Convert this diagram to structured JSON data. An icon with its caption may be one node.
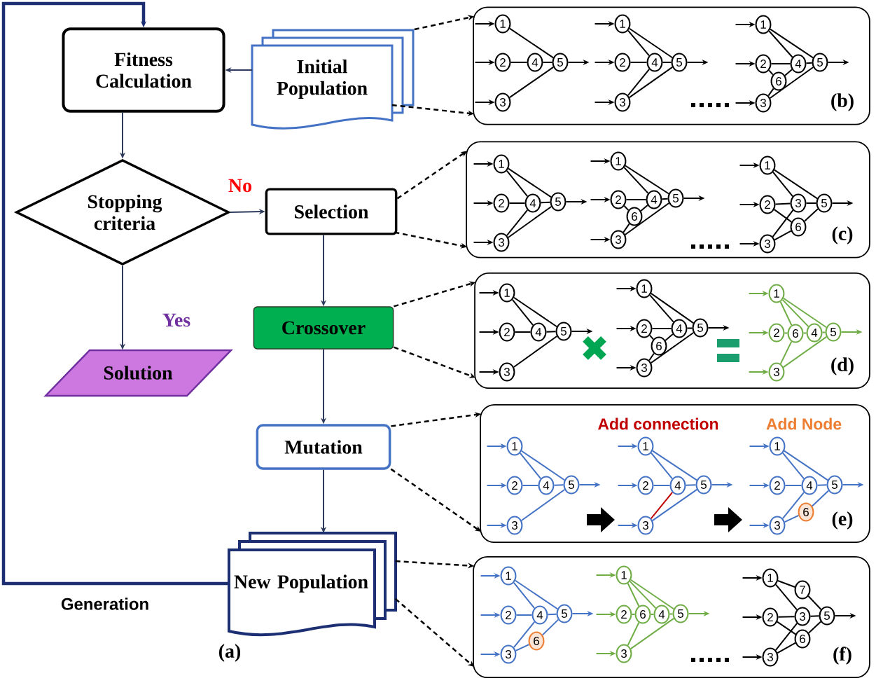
{
  "diagram": {
    "nodes": [
      {
        "text": [
          "Fitness Calculation"
        ]
      },
      {
        "text": [
          "Initial Population"
        ]
      },
      {
        "text": [
          "Stopping criteria"
        ]
      },
      {
        "text": [
          "Selection"
        ]
      },
      {
        "text": [
          "Crossover"
        ]
      },
      {
        "text": [
          "Solution"
        ]
      },
      {
        "text": [
          "Mutation"
        ]
      },
      {
        "text": [
          "New Population"
        ]
      },
      {
        "text": [
          "(b)"
        ]
      },
      {
        "text": [
          "1"
        ],
        "in": 8
      },
      {
        "text": [
          "2"
        ],
        "in": 8
      },
      {
        "text": [
          "4"
        ],
        "in": 8
      },
      {
        "text": [
          "5"
        ],
        "in": 8
      },
      {
        "text": [
          "3"
        ],
        "in": 8
      },
      {
        "text": [
          "1"
        ],
        "in": 8
      },
      {
        "text": [
          "2"
        ],
        "in": 8
      },
      {
        "text": [
          "4"
        ],
        "in": 8
      },
      {
        "text": [
          "5"
        ],
        "in": 8
      },
      {
        "text": [
          "3"
        ],
        "in": 8
      },
      {
        "text": [
          "1"
        ],
        "in": 8
      },
      {
        "text": [
          "2"
        ],
        "in": 8
      },
      {
        "text": [
          "4"
        ],
        "in": 8
      },
      {
        "text": [
          "5"
        ],
        "in": 8
      },
      {
        "text": [
          "6"
        ],
        "in": 8
      },
      {
        "text": [
          "3"
        ],
        "in": 8
      },
      {
        "text": [
          "(c)"
        ]
      },
      {
        "text": [
          "1"
        ],
        "in": 25
      },
      {
        "text": [
          "2"
        ],
        "in": 25
      },
      {
        "text": [
          "4"
        ],
        "in": 25
      },
      {
        "text": [
          "5"
        ],
        "in": 25
      },
      {
        "text": [
          "3"
        ],
        "in": 25
      },
      {
        "text": [
          "1"
        ],
        "in": 25
      },
      {
        "text": [
          "2"
        ],
        "in": 25
      },
      {
        "text": [
          "4"
        ],
        "in": 25
      },
      {
        "text": [
          "5"
        ],
        "in": 25
      },
      {
        "text": [
          "6"
        ],
        "in": 25
      },
      {
        "text": [
          "3"
        ],
        "in": 25
      },
      {
        "text": [
          "1"
        ],
        "in": 25
      },
      {
        "text": [
          "2"
        ],
        "in": 25
      },
      {
        "text": [
          "3"
        ],
        "in": 25
      },
      {
        "text": [
          "5"
        ],
        "in": 25
      },
      {
        "text": [
          "6"
        ],
        "in": 25
      },
      {
        "text": [
          "3"
        ],
        "in": 25
      },
      {
        "text": [
          "(d)"
        ]
      },
      {
        "text": [
          "1"
        ],
        "in": 43
      },
      {
        "text": [
          "2"
        ],
        "in": 43
      },
      {
        "text": [
          "4"
        ],
        "in": 43
      },
      {
        "text": [
          "5"
        ],
        "in": 43
      },
      {
        "text": [
          "3"
        ],
        "in": 43
      },
      {
        "text": [
          "1"
        ],
        "in": 43
      },
      {
        "text": [
          "2"
        ],
        "in": 43
      },
      {
        "text": [
          "4"
        ],
        "in": 43
      },
      {
        "text": [
          "5"
        ],
        "in": 43
      },
      {
        "text": [
          "6"
        ],
        "in": 43
      },
      {
        "text": [
          "3"
        ],
        "in": 43
      },
      {
        "text": [
          "1"
        ],
        "in": 43
      },
      {
        "text": [
          "2"
        ],
        "in": 43
      },
      {
        "text": [
          "6"
        ],
        "in": 43
      },
      {
        "text": [
          "4"
        ],
        "in": 43
      },
      {
        "text": [
          "5"
        ],
        "in": 43
      },
      {
        "text": [
          "3"
        ],
        "in": 43
      },
      {
        "text": [
          "(e)"
        ]
      },
      {
        "text": [
          "1"
        ],
        "in": 61
      },
      {
        "text": [
          "2"
        ],
        "in": 61
      },
      {
        "text": [
          "4"
        ],
        "in": 61
      },
      {
        "text": [
          "5"
        ],
        "in": 61
      },
      {
        "text": [
          "3"
        ],
        "in": 61
      },
      {
        "text": [
          "1"
        ],
        "in": 61
      },
      {
        "text": [
          "2"
        ],
        "in": 61
      },
      {
        "text": [
          "4"
        ],
        "in": 61
      },
      {
        "text": [
          "5"
        ],
        "in": 61
      },
      {
        "text": [
          "3"
        ],
        "in": 61
      },
      {
        "text": [
          "1"
        ],
        "in": 61
      },
      {
        "text": [
          "2"
        ],
        "in": 61
      },
      {
        "text": [
          "4"
        ],
        "in": 61
      },
      {
        "text": [
          "5"
        ],
        "in": 61
      },
      {
        "text": [
          "6"
        ],
        "in": 61
      },
      {
        "text": [
          "3"
        ],
        "in": 61
      },
      {
        "text": [
          "(f)"
        ]
      },
      {
        "text": [
          "1"
        ],
        "in": 78
      },
      {
        "text": [
          "2"
        ],
        "in": 78
      },
      {
        "text": [
          "4"
        ],
        "in": 78
      },
      {
        "text": [
          "5"
        ],
        "in": 78
      },
      {
        "text": [
          "6"
        ],
        "in": 78
      },
      {
        "text": [
          "3"
        ],
        "in": 78
      },
      {
        "text": [
          "1"
        ],
        "in": 78
      },
      {
        "text": [
          "2"
        ],
        "in": 78
      },
      {
        "text": [
          "6"
        ],
        "in": 78
      },
      {
        "text": [
          "4"
        ],
        "in": 78
      },
      {
        "text": [
          "5"
        ],
        "in": 78
      },
      {
        "text": [
          "3"
        ],
        "in": 78
      },
      {
        "text": [
          "1"
        ],
        "in": 78
      },
      {
        "text": [
          "7"
        ],
        "in": 78
      },
      {
        "text": [
          "2"
        ],
        "in": 78
      },
      {
        "text": [
          "3"
        ],
        "in": 78
      },
      {
        "text": [
          "5"
        ],
        "in": 78
      },
      {
        "text": [
          "6"
        ],
        "in": 78
      },
      {
        "text": [
          "3"
        ],
        "in": 78
      }
    ],
    "edges": [
      {
        "from": 1,
        "to": 0,
        "arrow": "to",
        "color": "#2f3b5c"
      },
      {
        "from": 0,
        "to": 2,
        "arrow": "to",
        "color": "#2f3b5c"
      },
      {
        "from": 2,
        "to": 3,
        "arrow": "to",
        "label": "No",
        "color": "#2f3b5c"
      },
      {
        "from": 2,
        "to": 5,
        "arrow": "to",
        "label": "Yes",
        "color": "#2f3b5c"
      },
      {
        "from": 3,
        "to": 4,
        "arrow": "to",
        "color": "#2f3b5c"
      },
      {
        "from": 4,
        "to": 6,
        "arrow": "to",
        "color": "#2f3b5c"
      },
      {
        "from": 6,
        "to": 7,
        "arrow": "to",
        "color": "#2f3b5c"
      },
      {
        "from": 7,
        "to": 0,
        "arrow": "to",
        "label": "Generation",
        "style": "thick",
        "color": "#1c2f73"
      },
      {
        "from": 1,
        "to": 8,
        "arrow": "to",
        "style": "dashed"
      },
      {
        "from": 1,
        "to": 8,
        "arrow": "to",
        "style": "dashed"
      },
      {
        "from": 3,
        "to": 25,
        "arrow": "to",
        "style": "dashed"
      },
      {
        "from": 3,
        "to": 25,
        "arrow": "to",
        "style": "dashed"
      },
      {
        "from": 4,
        "to": 43,
        "arrow": "to",
        "style": "dashed"
      },
      {
        "from": 4,
        "to": 43,
        "arrow": "to",
        "style": "dashed"
      },
      {
        "from": 6,
        "to": 61,
        "arrow": "to",
        "style": "dashed"
      },
      {
        "from": 6,
        "to": 61,
        "arrow": "to",
        "style": "dashed"
      },
      {
        "from": 7,
        "to": 78,
        "arrow": "to",
        "style": "dashed"
      },
      {
        "from": 7,
        "to": 78,
        "arrow": "to",
        "style": "dashed"
      },
      {
        "from": null,
        "to": 9,
        "arrow": "to"
      },
      {
        "from": null,
        "to": 10,
        "arrow": "to"
      },
      {
        "from": null,
        "to": 13,
        "arrow": "to"
      },
      {
        "from": 9,
        "to": 12,
        "arrow": "none"
      },
      {
        "from": 10,
        "to": 11,
        "arrow": "none"
      },
      {
        "from": 11,
        "to": 12,
        "arrow": "none"
      },
      {
        "from": 13,
        "to": 12,
        "arrow": "none"
      },
      {
        "from": 12,
        "to": null,
        "arrow": "to"
      },
      {
        "from": null,
        "to": 14,
        "arrow": "to"
      },
      {
        "from": null,
        "to": 15,
        "arrow": "to"
      },
      {
        "from": null,
        "to": 18,
        "arrow": "to"
      },
      {
        "from": 14,
        "to": 16,
        "arrow": "none"
      },
      {
        "from": 14,
        "to": 17,
        "arrow": "none"
      },
      {
        "from": 15,
        "to": 16,
        "arrow": "none"
      },
      {
        "from": 16,
        "to": 17,
        "arrow": "none"
      },
      {
        "from": 18,
        "to": 16,
        "arrow": "none"
      },
      {
        "from": 18,
        "to": 17,
        "arrow": "none"
      },
      {
        "from": 17,
        "to": null,
        "arrow": "to"
      },
      {
        "from": null,
        "to": 19,
        "arrow": "to"
      },
      {
        "from": null,
        "to": 20,
        "arrow": "to"
      },
      {
        "from": null,
        "to": 24,
        "arrow": "to"
      },
      {
        "from": 19,
        "to": 21,
        "arrow": "none"
      },
      {
        "from": 19,
        "to": 22,
        "arrow": "none"
      },
      {
        "from": 20,
        "to": 21,
        "arrow": "none"
      },
      {
        "from": 20,
        "to": 23,
        "arrow": "none"
      },
      {
        "from": 23,
        "to": 21,
        "arrow": "none"
      },
      {
        "from": 24,
        "to": 23,
        "arrow": "none"
      },
      {
        "from": 24,
        "to": 22,
        "arrow": "none"
      },
      {
        "from": 21,
        "to": 22,
        "arrow": "none"
      },
      {
        "from": 22,
        "to": null,
        "arrow": "to"
      },
      {
        "from": null,
        "to": 26,
        "arrow": "to"
      },
      {
        "from": null,
        "to": 27,
        "arrow": "to"
      },
      {
        "from": null,
        "to": 30,
        "arrow": "to"
      },
      {
        "from": 26,
        "to": 28,
        "arrow": "none"
      },
      {
        "from": 26,
        "to": 29,
        "arrow": "none"
      },
      {
        "from": 27,
        "to": 28,
        "arrow": "none"
      },
      {
        "from": 28,
        "to": 29,
        "arrow": "none"
      },
      {
        "from": 30,
        "to": 28,
        "arrow": "none"
      },
      {
        "from": 30,
        "to": 29,
        "arrow": "none"
      },
      {
        "from": 29,
        "to": null,
        "arrow": "to"
      },
      {
        "from": null,
        "to": 31,
        "arrow": "to"
      },
      {
        "from": null,
        "to": 32,
        "arrow": "to"
      },
      {
        "from": null,
        "to": 36,
        "arrow": "to"
      },
      {
        "from": 31,
        "to": 33,
        "arrow": "none"
      },
      {
        "from": 31,
        "to": 34,
        "arrow": "none"
      },
      {
        "from": 32,
        "to": 33,
        "arrow": "none"
      },
      {
        "from": 32,
        "to": 35,
        "arrow": "none"
      },
      {
        "from": 35,
        "to": 33,
        "arrow": "none"
      },
      {
        "from": 36,
        "to": 35,
        "arrow": "none"
      },
      {
        "from": 36,
        "to": 34,
        "arrow": "none"
      },
      {
        "from": 33,
        "to": 34,
        "arrow": "none"
      },
      {
        "from": 34,
        "to": null,
        "arrow": "to"
      },
      {
        "from": null,
        "to": 37,
        "arrow": "to"
      },
      {
        "from": null,
        "to": 38,
        "arrow": "to"
      },
      {
        "from": null,
        "to": 42,
        "arrow": "to"
      },
      {
        "from": 37,
        "to": 39,
        "arrow": "none"
      },
      {
        "from": 37,
        "to": 40,
        "arrow": "none"
      },
      {
        "from": 38,
        "to": 39,
        "arrow": "none"
      },
      {
        "from": 38,
        "to": 41,
        "arrow": "none"
      },
      {
        "from": 39,
        "to": 40,
        "arrow": "none"
      },
      {
        "from": 42,
        "to": 39,
        "arrow": "none"
      },
      {
        "from": 42,
        "to": 41,
        "arrow": "none"
      },
      {
        "from": 41,
        "to": 40,
        "arrow": "none"
      },
      {
        "from": 40,
        "to": null,
        "arrow": "to"
      },
      {
        "from": null,
        "to": 44,
        "arrow": "to"
      },
      {
        "from": null,
        "to": 45,
        "arrow": "to"
      },
      {
        "from": null,
        "to": 48,
        "arrow": "to"
      },
      {
        "from": 44,
        "to": 46,
        "arrow": "none"
      },
      {
        "from": 44,
        "to": 47,
        "arrow": "none"
      },
      {
        "from": 45,
        "to": 46,
        "arrow": "none"
      },
      {
        "from": 46,
        "to": 47,
        "arrow": "none"
      },
      {
        "from": 48,
        "to": 47,
        "arrow": "none"
      },
      {
        "from": 47,
        "to": null,
        "arrow": "to"
      },
      {
        "from": null,
        "to": 49,
        "arrow": "to"
      },
      {
        "from": null,
        "to": 50,
        "arrow": "to"
      },
      {
        "from": null,
        "to": 54,
        "arrow": "to"
      },
      {
        "from": 49,
        "to": 51,
        "arrow": "none"
      },
      {
        "from": 49,
        "to": 52,
        "arrow": "none"
      },
      {
        "from": 50,
        "to": 51,
        "arrow": "none"
      },
      {
        "from": 50,
        "to": 53,
        "arrow": "none"
      },
      {
        "from": 53,
        "to": 51,
        "arrow": "none"
      },
      {
        "from": 54,
        "to": 53,
        "arrow": "none"
      },
      {
        "from": 54,
        "to": 52,
        "arrow": "none"
      },
      {
        "from": 51,
        "to": 52,
        "arrow": "none"
      },
      {
        "from": 52,
        "to": null,
        "arrow": "to"
      },
      {
        "from": null,
        "to": 55,
        "arrow": "to",
        "color": "#70ad47"
      },
      {
        "from": null,
        "to": 56,
        "arrow": "to",
        "color": "#70ad47"
      },
      {
        "from": null,
        "to": 60,
        "arrow": "to",
        "color": "#70ad47"
      },
      {
        "from": 55,
        "to": 57,
        "arrow": "none",
        "color": "#70ad47"
      },
      {
        "from": 55,
        "to": 58,
        "arrow": "none",
        "color": "#70ad47"
      },
      {
        "from": 55,
        "to": 59,
        "arrow": "none",
        "color": "#70ad47"
      },
      {
        "from": 56,
        "to": 57,
        "arrow": "none",
        "color": "#70ad47"
      },
      {
        "from": 57,
        "to": 58,
        "arrow": "none",
        "color": "#70ad47"
      },
      {
        "from": 58,
        "to": 59,
        "arrow": "none",
        "color": "#70ad47"
      },
      {
        "from": 60,
        "to": 57,
        "arrow": "none",
        "color": "#70ad47"
      },
      {
        "from": 60,
        "to": 59,
        "arrow": "none",
        "color": "#70ad47"
      },
      {
        "from": 59,
        "to": null,
        "arrow": "to",
        "color": "#70ad47"
      },
      {
        "from": null,
        "to": 62,
        "arrow": "to",
        "color": "#4472c4"
      },
      {
        "from": null,
        "to": 63,
        "arrow": "to",
        "color": "#4472c4"
      },
      {
        "from": null,
        "to": 66,
        "arrow": "to",
        "color": "#4472c4"
      },
      {
        "from": 62,
        "to": 64,
        "arrow": "none",
        "color": "#4472c4"
      },
      {
        "from": 62,
        "to": 65,
        "arrow": "none",
        "color": "#4472c4"
      },
      {
        "from": 63,
        "to": 64,
        "arrow": "none",
        "color": "#4472c4"
      },
      {
        "from": 64,
        "to": 65,
        "arrow": "none",
        "color": "#4472c4"
      },
      {
        "from": 66,
        "to": 65,
        "arrow": "none",
        "color": "#4472c4"
      },
      {
        "from": 65,
        "to": null,
        "arrow": "to",
        "color": "#4472c4"
      },
      {
        "from": null,
        "to": 67,
        "arrow": "to",
        "color": "#4472c4"
      },
      {
        "from": null,
        "to": 68,
        "arrow": "to",
        "color": "#4472c4"
      },
      {
        "from": null,
        "to": 71,
        "arrow": "to",
        "color": "#4472c4"
      },
      {
        "from": 67,
        "to": 69,
        "arrow": "none",
        "color": "#4472c4"
      },
      {
        "from": 67,
        "to": 70,
        "arrow": "none",
        "color": "#4472c4"
      },
      {
        "from": 68,
        "to": 69,
        "arrow": "none",
        "color": "#4472c4"
      },
      {
        "from": 69,
        "to": 70,
        "arrow": "none",
        "color": "#4472c4"
      },
      {
        "from": 71,
        "to": 69,
        "arrow": "none",
        "color": "#c00000"
      },
      {
        "from": 71,
        "to": 70,
        "arrow": "none",
        "color": "#4472c4"
      },
      {
        "from": 70,
        "to": null,
        "arrow": "to",
        "color": "#4472c4"
      },
      {
        "from": null,
        "to": 72,
        "arrow": "to",
        "color": "#4472c4"
      },
      {
        "from": null,
        "to": 73,
        "arrow": "to",
        "color": "#4472c4"
      },
      {
        "from": null,
        "to": 77,
        "arrow": "to",
        "color": "#4472c4"
      },
      {
        "from": 72,
        "to": 74,
        "arrow": "none",
        "color": "#4472c4"
      },
      {
        "from": 72,
        "to": 75,
        "arrow": "none",
        "color": "#4472c4"
      },
      {
        "from": 73,
        "to": 74,
        "arrow": "none",
        "color": "#4472c4"
      },
      {
        "from": 74,
        "to": 75,
        "arrow": "none",
        "color": "#4472c4"
      },
      {
        "from": 77,
        "to": 74,
        "arrow": "none",
        "color": "#4472c4"
      },
      {
        "from": 77,
        "to": 76,
        "arrow": "none",
        "color": "#4472c4"
      },
      {
        "from": 76,
        "to": 75,
        "arrow": "none",
        "color": "#4472c4"
      },
      {
        "from": 75,
        "to": null,
        "arrow": "to",
        "color": "#4472c4"
      },
      {
        "from": null,
        "to": 79,
        "arrow": "to",
        "color": "#4472c4"
      },
      {
        "from": null,
        "to": 80,
        "arrow": "to",
        "color": "#4472c4"
      },
      {
        "from": null,
        "to": 84,
        "arrow": "to",
        "color": "#4472c4"
      },
      {
        "from": 79,
        "to": 81,
        "arrow": "none",
        "color": "#4472c4"
      },
      {
        "from": 79,
        "to": 82,
        "arrow": "none",
        "color": "#4472c4"
      },
      {
        "from": 80,
        "to": 81,
        "arrow": "none",
        "color": "#4472c4"
      },
      {
        "from": 81,
        "to": 82,
        "arrow": "none",
        "color": "#4472c4"
      },
      {
        "from": 84,
        "to": 81,
        "arrow": "none",
        "color": "#4472c4"
      },
      {
        "from": 84,
        "to": 83,
        "arrow": "none",
        "color": "#4472c4"
      },
      {
        "from": 83,
        "to": 82,
        "arrow": "none",
        "color": "#4472c4"
      },
      {
        "from": 82,
        "to": null,
        "arrow": "to",
        "color": "#4472c4"
      },
      {
        "from": null,
        "to": 85,
        "arrow": "to",
        "color": "#70ad47"
      },
      {
        "from": null,
        "to": 86,
        "arrow": "to",
        "color": "#70ad47"
      },
      {
        "from": null,
        "to": 90,
        "arrow": "to",
        "color": "#70ad47"
      },
      {
        "from": 85,
        "to": 87,
        "arrow": "none",
        "color": "#70ad47"
      },
      {
        "from": 85,
        "to": 88,
        "arrow": "none",
        "color": "#70ad47"
      },
      {
        "from": 85,
        "to": 89,
        "arrow": "none",
        "color": "#70ad47"
      },
      {
        "from": 86,
        "to": 87,
        "arrow": "none",
        "color": "#70ad47"
      },
      {
        "from": 87,
        "to": 88,
        "arrow": "none",
        "color": "#70ad47"
      },
      {
        "from": 88,
        "to": 89,
        "arrow": "none",
        "color": "#70ad47"
      },
      {
        "from": 90,
        "to": 87,
        "arrow": "none",
        "color": "#70ad47"
      },
      {
        "from": 90,
        "to": 89,
        "arrow": "none",
        "color": "#70ad47"
      },
      {
        "from": 89,
        "to": null,
        "arrow": "to",
        "color": "#70ad47"
      },
      {
        "from": null,
        "to": 91,
        "arrow": "to"
      },
      {
        "from": null,
        "to": 93,
        "arrow": "to"
      },
      {
        "from": null,
        "to": 97,
        "arrow": "to"
      },
      {
        "from": 91,
        "to": 92,
        "arrow": "none"
      },
      {
        "from": 92,
        "to": 95,
        "arrow": "none"
      },
      {
        "from": 91,
        "to": 94,
        "arrow": "none"
      },
      {
        "from": 93,
        "to": 94,
        "arrow": "none"
      },
      {
        "from": 94,
        "to": 95,
        "arrow": "none"
      },
      {
        "from": 93,
        "to": 96,
        "arrow": "none"
      },
      {
        "from": 96,
        "to": 95,
        "arrow": "none"
      },
      {
        "from": 97,
        "to": 94,
        "arrow": "none"
      },
      {
        "from": 97,
        "to": 96,
        "arrow": "none"
      },
      {
        "from": 95,
        "to": null,
        "arrow": "to"
      }
    ],
    "labels": [
      "Add connection",
      "Add Node",
      "(a)"
    ]
  }
}
